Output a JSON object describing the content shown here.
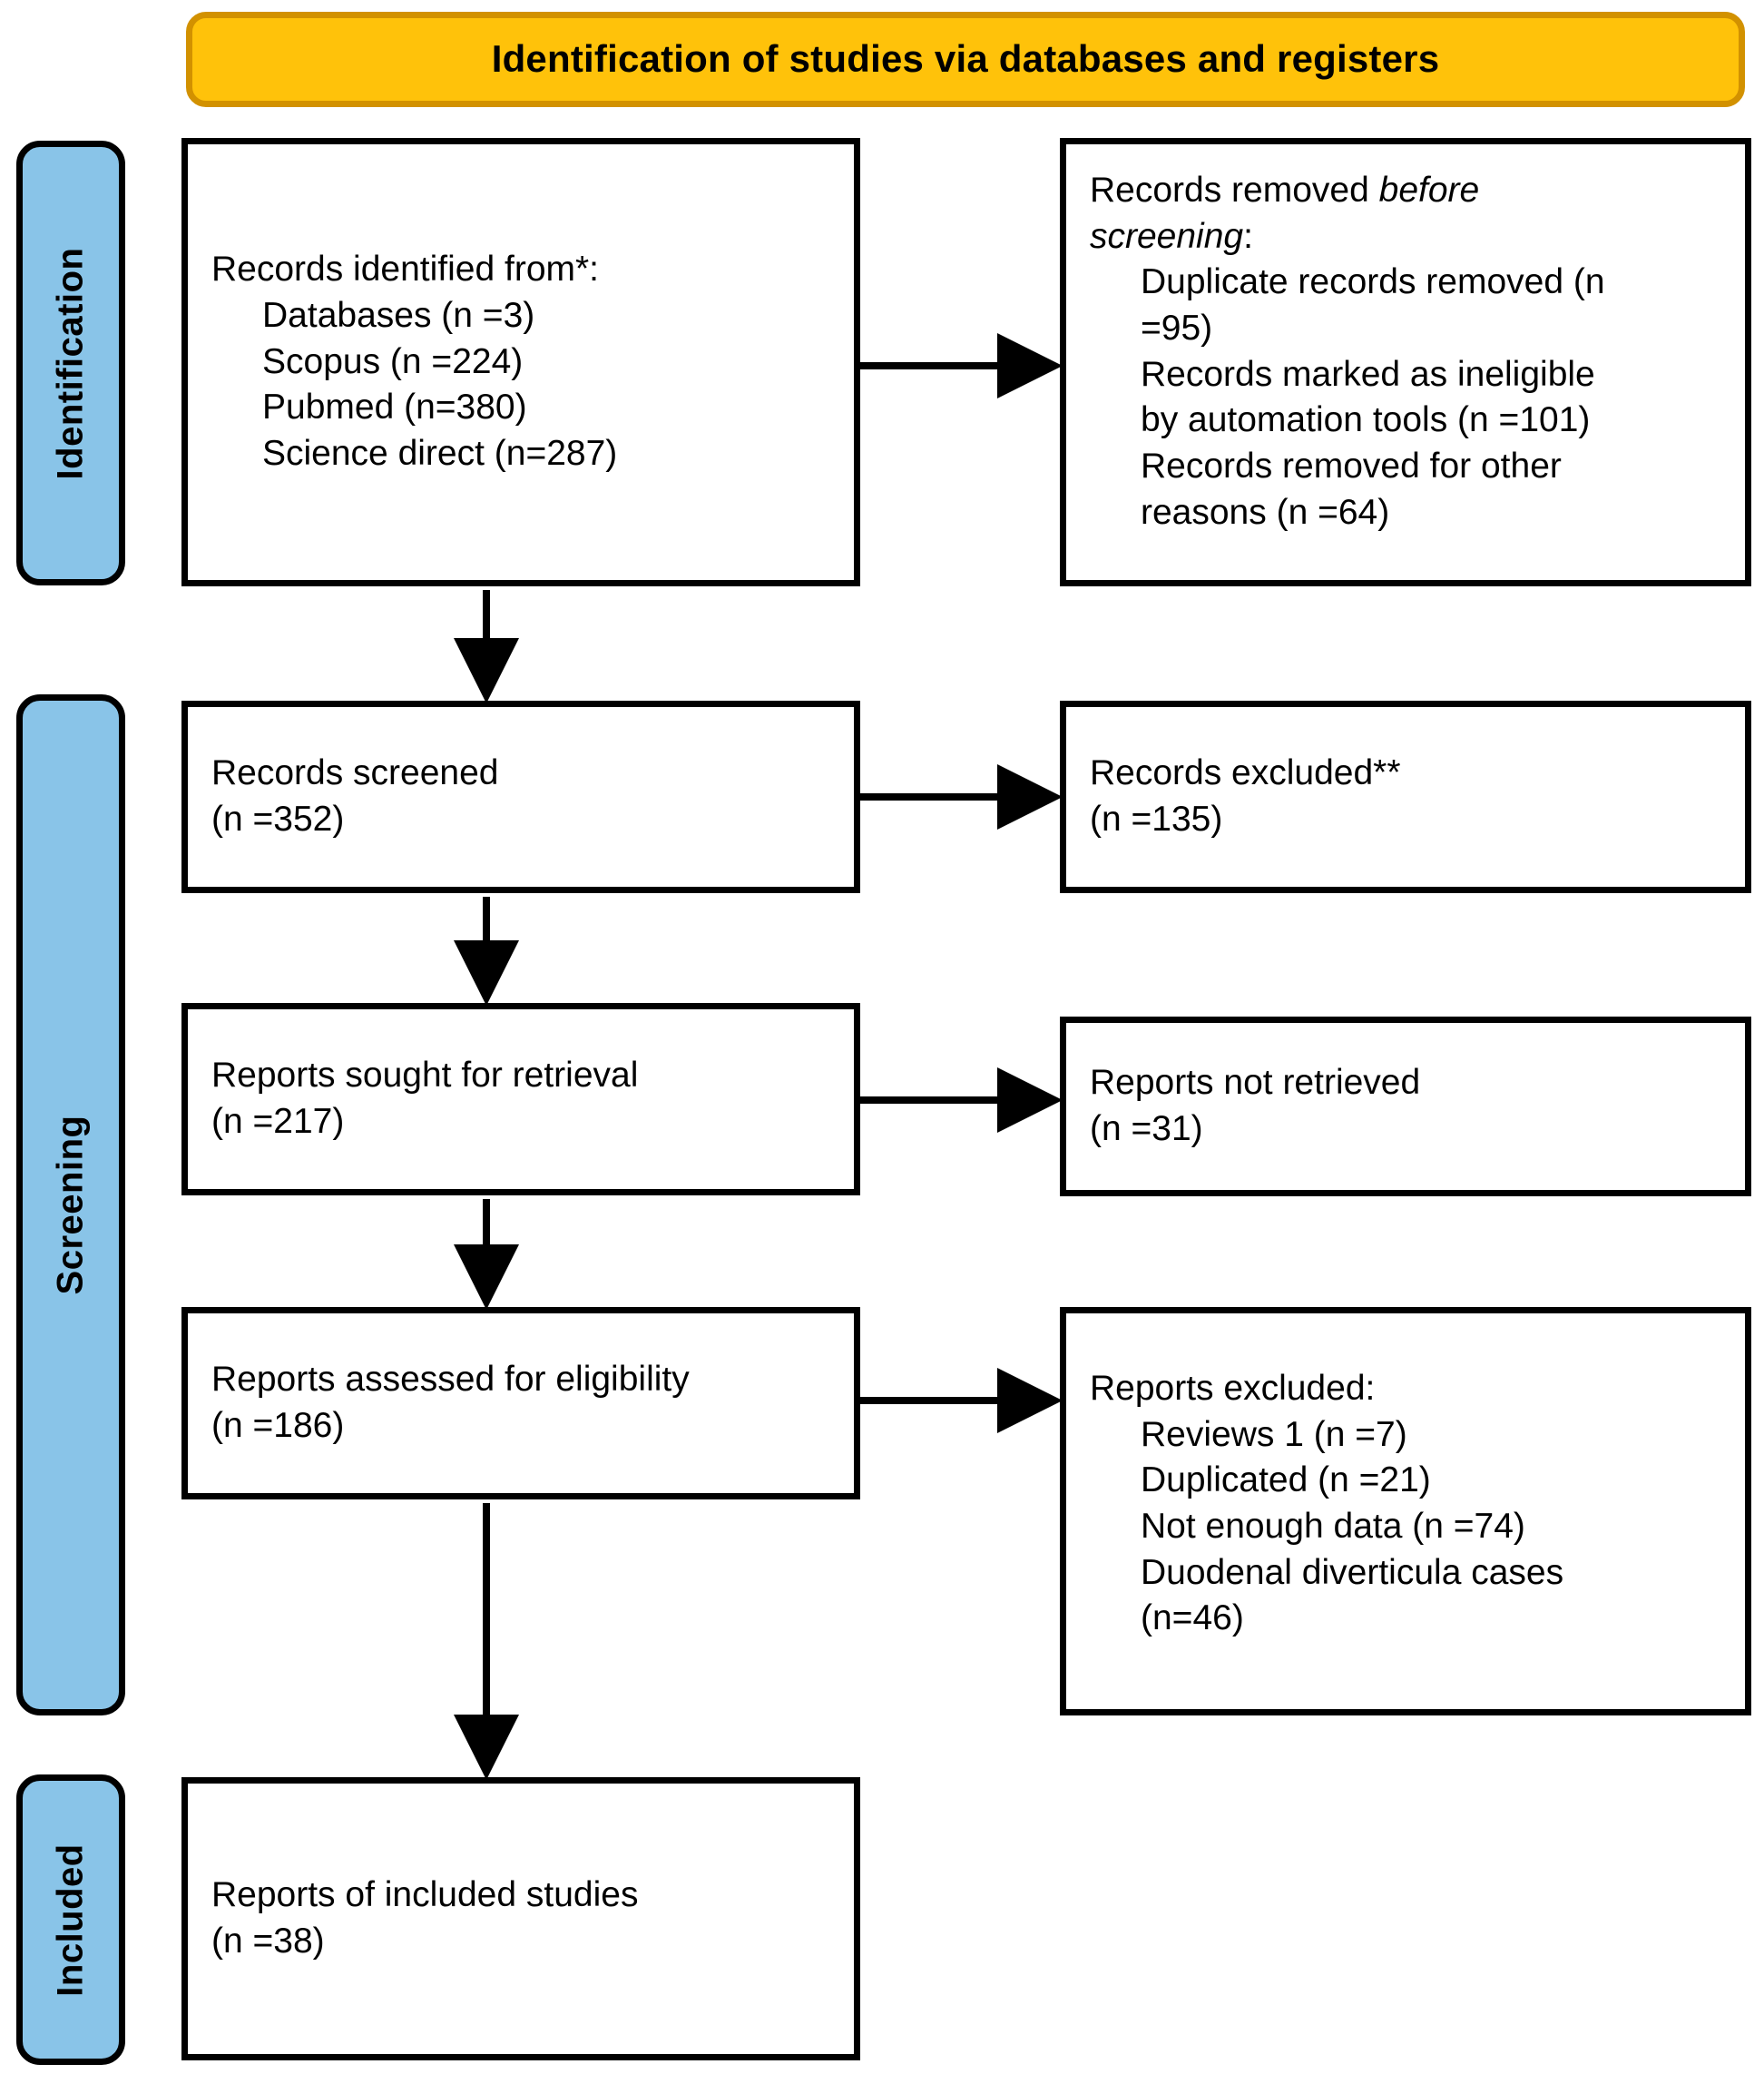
{
  "banner": {
    "title": "Identification of studies via databases and registers",
    "fill_color": "#FFC20A",
    "border_color": "#D29100"
  },
  "stages": [
    {
      "id": "identification",
      "label": "Identification",
      "fill_color": "#89C4E8"
    },
    {
      "id": "screening",
      "label": "Screening",
      "fill_color": "#89C4E8"
    },
    {
      "id": "included",
      "label": "Included",
      "fill_color": "#89C4E8"
    }
  ],
  "boxes": {
    "records_identified": {
      "lines": [
        {
          "text": "Records identified from*:",
          "indent": false
        },
        {
          "text": "Databases (n =3)",
          "indent": true
        },
        {
          "text": "Scopus (n =224)",
          "indent": true
        },
        {
          "text": "Pubmed (n=380)",
          "indent": true
        },
        {
          "text": "Science direct (n=287)",
          "indent": true
        }
      ]
    },
    "records_removed": {
      "lines": [
        {
          "text": "Records removed ",
          "italic_text": "before",
          "indent": false
        },
        {
          "text": "",
          "italic_text": "screening",
          "suffix": ":",
          "indent": false
        },
        {
          "text": "Duplicate records removed (n",
          "indent": true
        },
        {
          "text": "=95)",
          "indent": true
        },
        {
          "text": "Records marked as ineligible",
          "indent": true
        },
        {
          "text": "by automation tools (n =101)",
          "indent": true
        },
        {
          "text": "Records removed for other",
          "indent": true
        },
        {
          "text": "reasons (n =64)",
          "indent": true
        }
      ]
    },
    "records_screened": {
      "lines": [
        {
          "text": "Records screened",
          "indent": false
        },
        {
          "text": "(n =352)",
          "indent": false
        }
      ]
    },
    "records_excluded": {
      "lines": [
        {
          "text": "Records excluded**",
          "indent": false
        },
        {
          "text": "(n =135)",
          "indent": false
        }
      ]
    },
    "reports_sought": {
      "lines": [
        {
          "text": "Reports sought for retrieval",
          "indent": false
        },
        {
          "text": "(n =217)",
          "indent": false
        }
      ]
    },
    "reports_not_retrieved": {
      "lines": [
        {
          "text": "Reports not retrieved",
          "indent": false
        },
        {
          "text": "(n =31)",
          "indent": false
        }
      ]
    },
    "reports_assessed": {
      "lines": [
        {
          "text": "Reports assessed for eligibility",
          "indent": false
        },
        {
          "text": "(n =186)",
          "indent": false
        }
      ]
    },
    "reports_excluded": {
      "lines": [
        {
          "text": "Reports excluded:",
          "indent": false
        },
        {
          "text": "Reviews 1 (n =7)",
          "indent": true
        },
        {
          "text": "Duplicated (n =21)",
          "indent": true
        },
        {
          "text": "Not enough data (n =74)",
          "indent": true
        },
        {
          "text": "Duodenal diverticula cases",
          "indent": true
        },
        {
          "text": "(n=46)",
          "indent": true
        }
      ]
    },
    "reports_included": {
      "lines": [
        {
          "text": "Reports of included studies",
          "indent": false
        },
        {
          "text": "(n =38)",
          "indent": false
        }
      ]
    }
  },
  "chart_data": {
    "type": "diagram",
    "title": "Identification of studies via databases and registers",
    "diagram_kind": "PRISMA 2020 flow diagram",
    "stages": [
      "Identification",
      "Screening",
      "Included"
    ],
    "nodes": [
      {
        "id": "records_identified",
        "stage": "Identification",
        "label": "Records identified from*",
        "counts": {
          "Databases": 3,
          "Scopus": 224,
          "Pubmed": 380,
          "Science direct": 287
        }
      },
      {
        "id": "records_removed",
        "stage": "Identification",
        "label": "Records removed before screening",
        "counts": {
          "Duplicate records removed": 95,
          "Records marked as ineligible by automation tools": 101,
          "Records removed for other reasons": 64
        }
      },
      {
        "id": "records_screened",
        "stage": "Screening",
        "label": "Records screened",
        "n": 352
      },
      {
        "id": "records_excluded",
        "stage": "Screening",
        "label": "Records excluded**",
        "n": 135
      },
      {
        "id": "reports_sought",
        "stage": "Screening",
        "label": "Reports sought for retrieval",
        "n": 217
      },
      {
        "id": "reports_not_retrieved",
        "stage": "Screening",
        "label": "Reports not retrieved",
        "n": 31
      },
      {
        "id": "reports_assessed",
        "stage": "Screening",
        "label": "Reports assessed for eligibility",
        "n": 186
      },
      {
        "id": "reports_excluded",
        "stage": "Screening",
        "label": "Reports excluded",
        "counts": {
          "Reviews 1": 7,
          "Duplicated": 21,
          "Not enough data": 74,
          "Duodenal diverticula cases": 46
        }
      },
      {
        "id": "reports_included",
        "stage": "Included",
        "label": "Reports of included studies",
        "n": 38
      }
    ],
    "edges": [
      {
        "from": "records_identified",
        "to": "records_removed",
        "direction": "right"
      },
      {
        "from": "records_identified",
        "to": "records_screened",
        "direction": "down"
      },
      {
        "from": "records_screened",
        "to": "records_excluded",
        "direction": "right"
      },
      {
        "from": "records_screened",
        "to": "reports_sought",
        "direction": "down"
      },
      {
        "from": "reports_sought",
        "to": "reports_not_retrieved",
        "direction": "right"
      },
      {
        "from": "reports_sought",
        "to": "reports_assessed",
        "direction": "down"
      },
      {
        "from": "reports_assessed",
        "to": "reports_excluded",
        "direction": "right"
      },
      {
        "from": "reports_assessed",
        "to": "reports_included",
        "direction": "down"
      }
    ]
  }
}
